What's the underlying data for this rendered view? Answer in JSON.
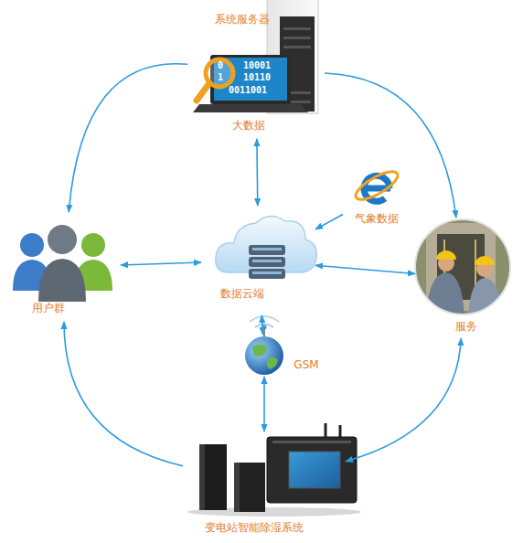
{
  "diagram": {
    "nodes": [
      {
        "text": [
          "系统服务器",
          "大数据"
        ]
      },
      {
        "text": [
          "气象数据"
        ]
      },
      {
        "text": [
          "用户群"
        ]
      },
      {
        "text": [
          "数据云端"
        ]
      },
      {
        "text": [
          "服务"
        ]
      },
      {
        "text": [
          "GSM"
        ]
      },
      {
        "text": [
          "变电站智能除湿系统"
        ]
      }
    ],
    "edges": [
      {
        "from": 0,
        "to": 2,
        "arrow": "to"
      },
      {
        "from": 0,
        "to": 4,
        "arrow": "to"
      },
      {
        "from": 0,
        "to": 3,
        "arrow": "both"
      },
      {
        "from": 1,
        "to": 3,
        "arrow": "to"
      },
      {
        "from": 2,
        "to": 3,
        "arrow": "both"
      },
      {
        "from": 3,
        "to": 4,
        "arrow": "both"
      },
      {
        "from": 3,
        "to": 5,
        "arrow": "both"
      },
      {
        "from": 5,
        "to": 6,
        "arrow": "both"
      },
      {
        "from": 6,
        "to": 2,
        "arrow": "to"
      },
      {
        "from": 4,
        "to": 6,
        "arrow": "both"
      }
    ],
    "labels": [
      "0",
      "1",
      "10001",
      "10110",
      "0011001"
    ]
  }
}
